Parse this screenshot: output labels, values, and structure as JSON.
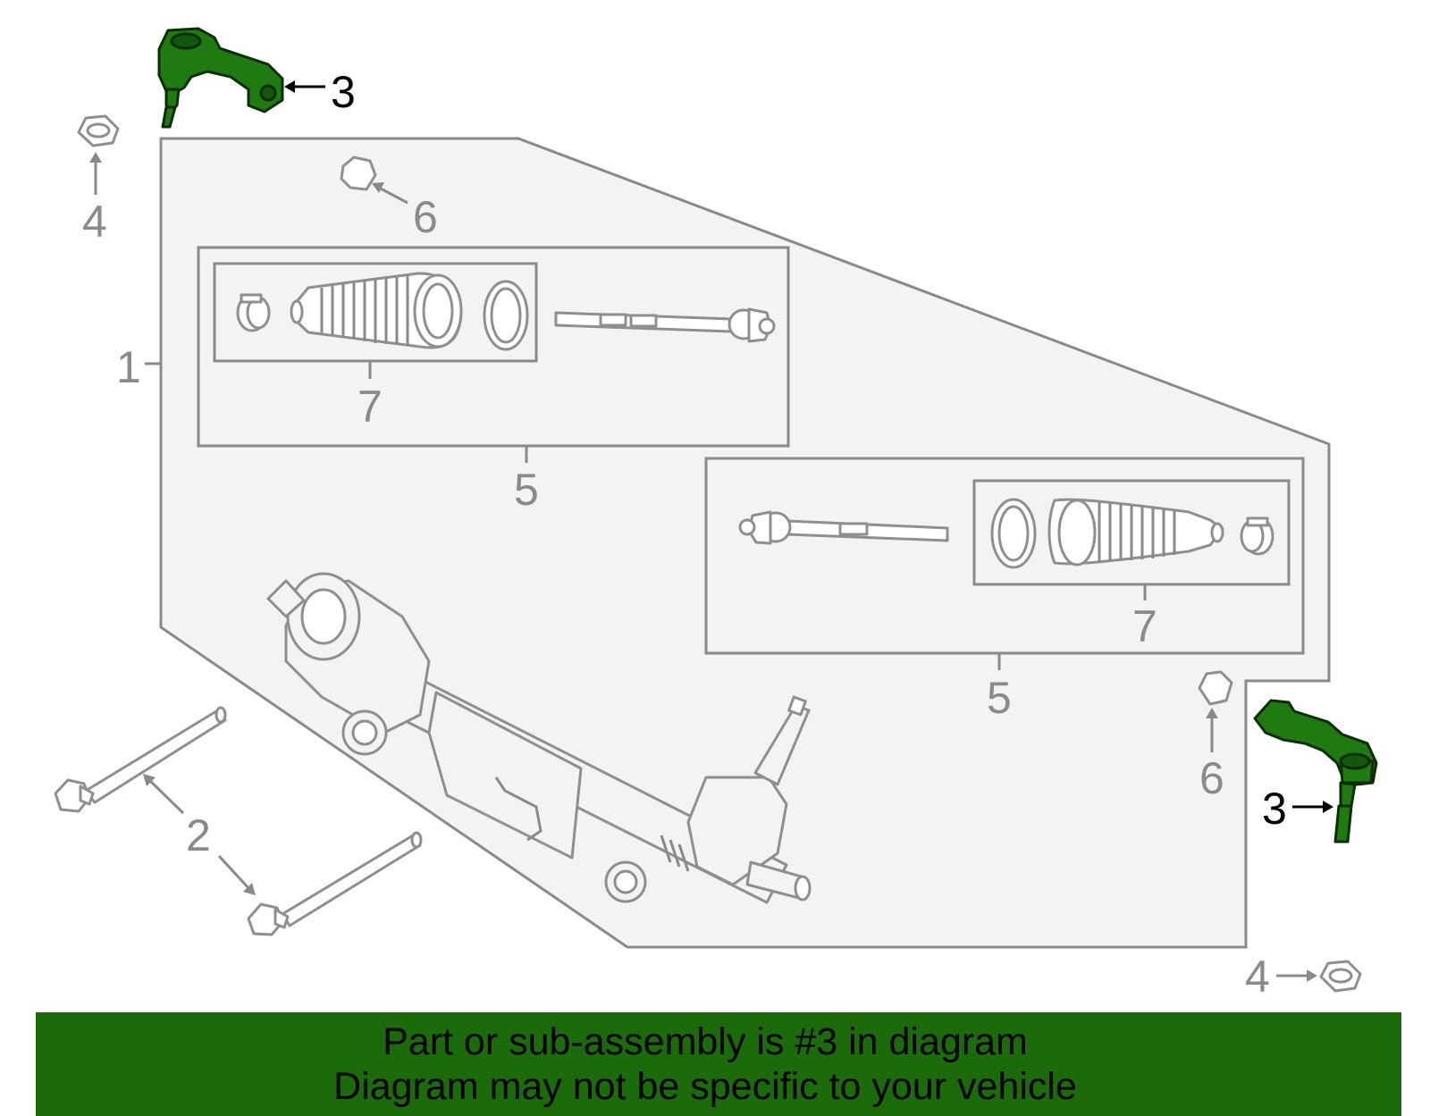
{
  "callouts": {
    "c1": "1",
    "c2": "2",
    "c3_top": "3",
    "c3_right": "3",
    "c4_left": "4",
    "c4_right": "4",
    "c5_upper": "5",
    "c5_lower": "5",
    "c6_upper": "6",
    "c6_lower": "6",
    "c7_upper": "7",
    "c7_lower": "7"
  },
  "icons": {
    "tie_rod_end": "tie-rod-end-icon",
    "nut": "nut-icon",
    "bolt": "bolt-icon",
    "rack": "steering-rack-icon",
    "boot": "boot-icon"
  },
  "colors": {
    "highlight": "#1f7a10",
    "banner": "#1b6b0a",
    "line": "#8a8a8a"
  },
  "banner": {
    "line1": "Part or sub-assembly is #3 in diagram",
    "line2": "Diagram may not be specific to your vehicle"
  }
}
